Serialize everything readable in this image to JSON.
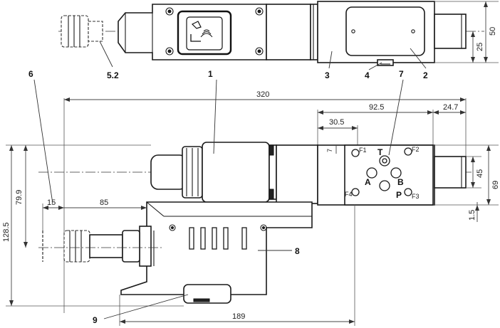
{
  "callouts": {
    "c1": "1",
    "c2": "2",
    "c3": "3",
    "c4": "4",
    "c5_2": "5.2",
    "c6": "6",
    "c7": "7",
    "c8": "8",
    "c9": "9"
  },
  "dimensions": {
    "d320": "320",
    "d92_5": "92.5",
    "d24_7": "24.7",
    "d30_5": "30.5",
    "d7": "7",
    "d15": "15",
    "d85": "85",
    "d79_9": "79.9",
    "d128_5": "128.5",
    "d45": "45",
    "d69": "69",
    "d1_5": "1.5",
    "d189": "189",
    "d50": "50",
    "d25": "25"
  },
  "ports": {
    "T": "T",
    "A": "A",
    "B": "B",
    "P": "P",
    "F1": "F1",
    "F2": "F2",
    "F3": "F3",
    "F4": "F4"
  }
}
